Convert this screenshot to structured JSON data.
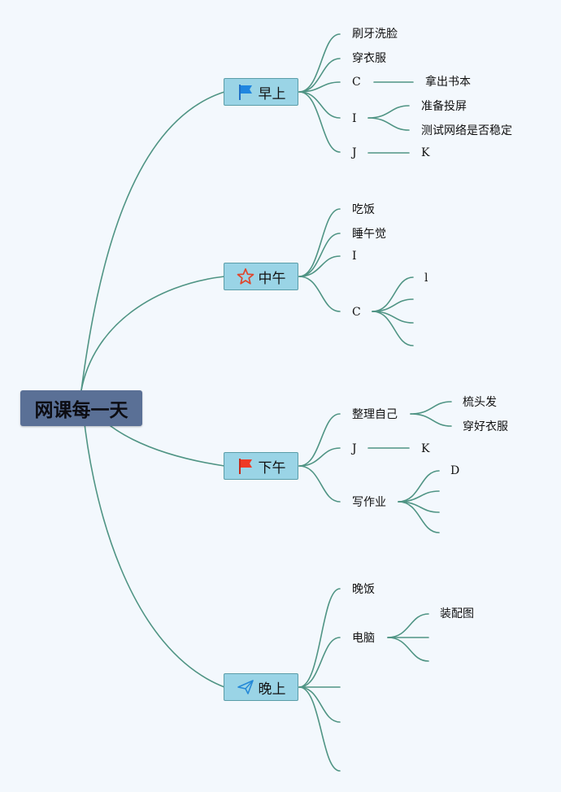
{
  "root": {
    "label": "网课每一天"
  },
  "branches": [
    {
      "label": "早上",
      "icon": "blue-flag-icon"
    },
    {
      "label": "中午",
      "icon": "star-outline-icon"
    },
    {
      "label": "下午",
      "icon": "red-flag-icon"
    },
    {
      "label": "晚上",
      "icon": "paper-plane-icon"
    }
  ],
  "morning": {
    "brush": "刷牙洗脸",
    "dress": "穿衣服",
    "c": "C",
    "c_child": "拿出书本",
    "i": "I",
    "i_child1": "准备投屏",
    "i_child2": "测试网络是否稳定",
    "j": "J",
    "j_child": "K"
  },
  "noon": {
    "eat": "吃饭",
    "nap": "睡午觉",
    "i": "I",
    "c": "C",
    "c_child": "l"
  },
  "afternoon": {
    "tidy": "整理自己",
    "tidy_child1": "梳头发",
    "tidy_child2": "穿好衣服",
    "j": "J",
    "j_child": "K",
    "homework": "写作业",
    "homework_child": "D"
  },
  "evening": {
    "dinner": "晚饭",
    "computer": "电脑",
    "computer_child": "装配图"
  },
  "colors": {
    "background": "#f3f8fd",
    "root_fill": "#5a7096",
    "branch_fill": "#9ad4e6",
    "branch_border": "#5a9da8",
    "link": "#4f9484"
  }
}
